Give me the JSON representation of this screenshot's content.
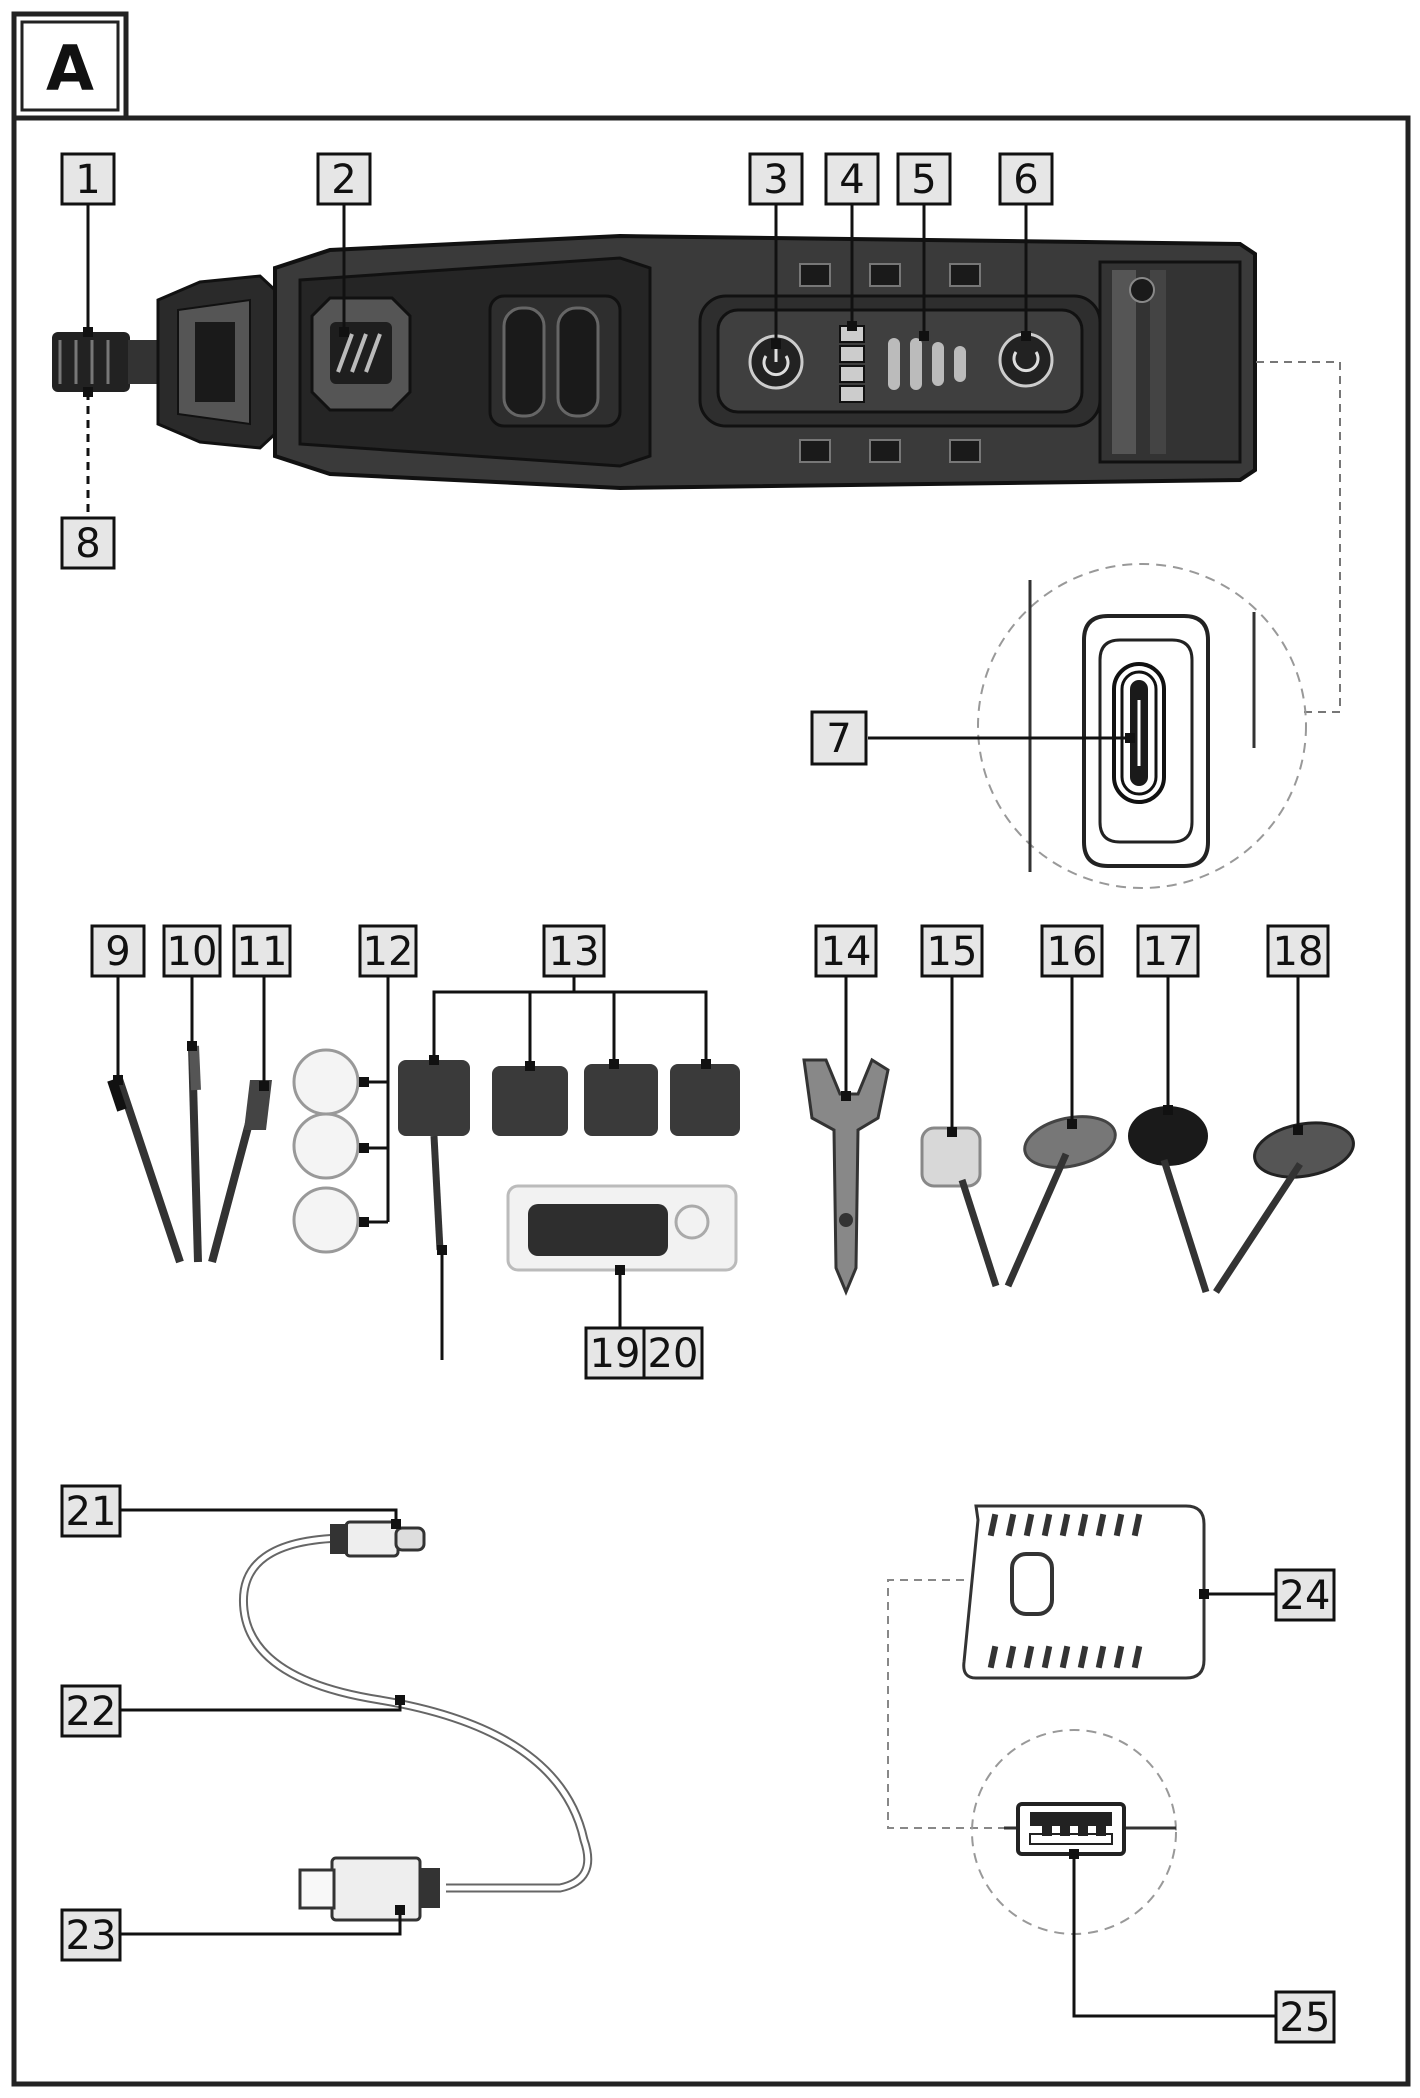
{
  "panel": {
    "letter": "A"
  },
  "labels": [
    {
      "id": "1",
      "text": "1"
    },
    {
      "id": "2",
      "text": "2"
    },
    {
      "id": "3",
      "text": "3"
    },
    {
      "id": "4",
      "text": "4"
    },
    {
      "id": "5",
      "text": "5"
    },
    {
      "id": "6",
      "text": "6"
    },
    {
      "id": "7",
      "text": "7"
    },
    {
      "id": "8",
      "text": "8"
    },
    {
      "id": "9",
      "text": "9"
    },
    {
      "id": "10",
      "text": "10"
    },
    {
      "id": "11",
      "text": "11"
    },
    {
      "id": "12",
      "text": "12"
    },
    {
      "id": "13",
      "text": "13"
    },
    {
      "id": "14",
      "text": "14"
    },
    {
      "id": "15",
      "text": "15"
    },
    {
      "id": "16",
      "text": "16"
    },
    {
      "id": "17",
      "text": "17"
    },
    {
      "id": "18",
      "text": "18"
    },
    {
      "id": "19",
      "text": "19"
    },
    {
      "id": "20",
      "text": "20"
    },
    {
      "id": "21",
      "text": "21"
    },
    {
      "id": "22",
      "text": "22"
    },
    {
      "id": "23",
      "text": "23"
    },
    {
      "id": "24",
      "text": "24"
    },
    {
      "id": "25",
      "text": "25"
    }
  ],
  "colors": {
    "ink": "#111111",
    "label_fill": "#e6e6e6",
    "dark": "#2a2a2a",
    "mid": "#7a7a7a",
    "light": "#d0d0d0"
  }
}
